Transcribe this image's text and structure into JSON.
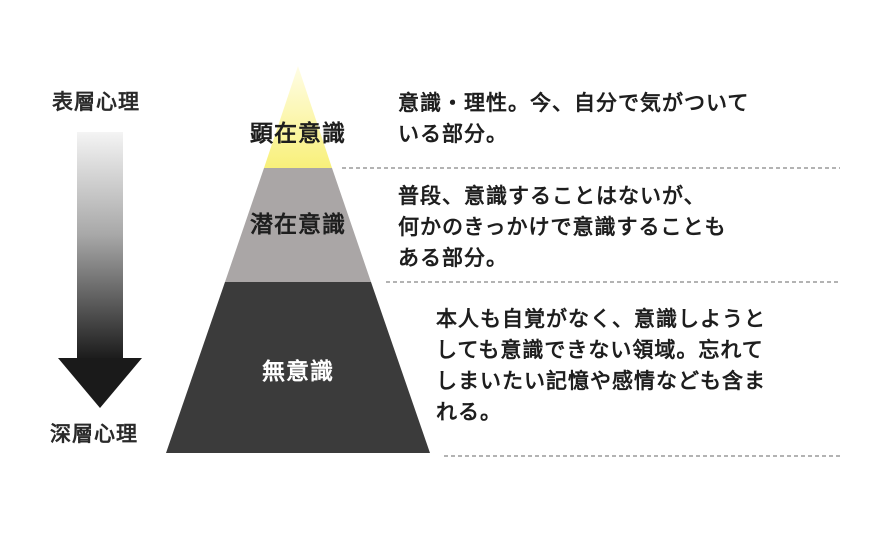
{
  "axis": {
    "top_label": "表層心理",
    "bottom_label": "深層心理"
  },
  "layers": [
    {
      "label": "顕在意識",
      "description": "意識・理性。今、自分で気がついて\nいる部分。",
      "fill_color": "#fbf59a",
      "text_color": "#1e1e1e"
    },
    {
      "label": "潜在意識",
      "description": "普段、意識することはないが、\n何かのきっかけで意識することも\nある部分。",
      "fill_color": "#aaa6a6",
      "text_color": "#1e1e1e"
    },
    {
      "label": "無意識",
      "description": "本人も自覚がなく、意識しようと\nしても意識できない領域。忘れて\nしまいたい記憶や感情なども含ま\nれる。",
      "fill_color": "#3b3b3b",
      "text_color": "#ffffff"
    }
  ]
}
